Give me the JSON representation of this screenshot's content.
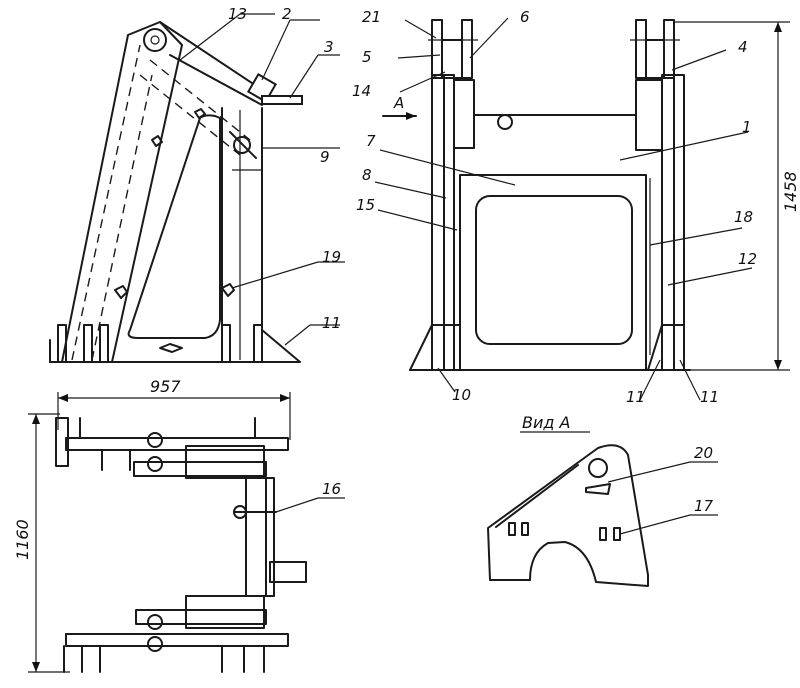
{
  "callouts": {
    "c1": "1",
    "c2": "2",
    "c3": "3",
    "c4": "4",
    "c5": "5",
    "c6": "6",
    "c7": "7",
    "c8": "8",
    "c9": "9",
    "c10": "10",
    "c11": "11",
    "c12": "12",
    "c13": "13",
    "c14": "14",
    "c15": "15",
    "c16": "16",
    "c17": "17",
    "c18": "18",
    "c19": "19",
    "c20": "20",
    "c21": "21"
  },
  "dimensions": {
    "height": "1458",
    "width": "957",
    "depth": "1160"
  },
  "view_label": "Вид А",
  "view_arrow_letter": "А"
}
